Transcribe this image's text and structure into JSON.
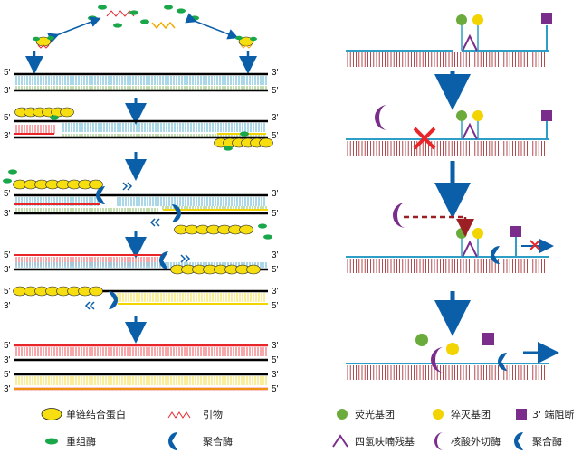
{
  "strand_ends": {
    "five": "5'",
    "three": "3'"
  },
  "legend": {
    "ssb": "单链结合蛋白",
    "primer": "引物",
    "recombinase": "重组酶",
    "polymerase": "聚合酶",
    "fluor": "荧光基团",
    "quencher": "猝灭基团",
    "blocker": "3' 端阻断",
    "thf": "四氢呋喃残基",
    "exonuclease": "核酸外切酶",
    "polymerase_right": "聚合酶"
  },
  "colors": {
    "cyan": "#2d9fc7",
    "green": "#6aab3c",
    "yellow": "#f2d400",
    "red": "#e8262a",
    "navy": "#0a5fa8",
    "purple": "#7b2d8b",
    "dark_red": "#9c1f24",
    "black": "#000000",
    "ssb_fill": "#f6de11",
    "recombinase": "#19a74a"
  }
}
